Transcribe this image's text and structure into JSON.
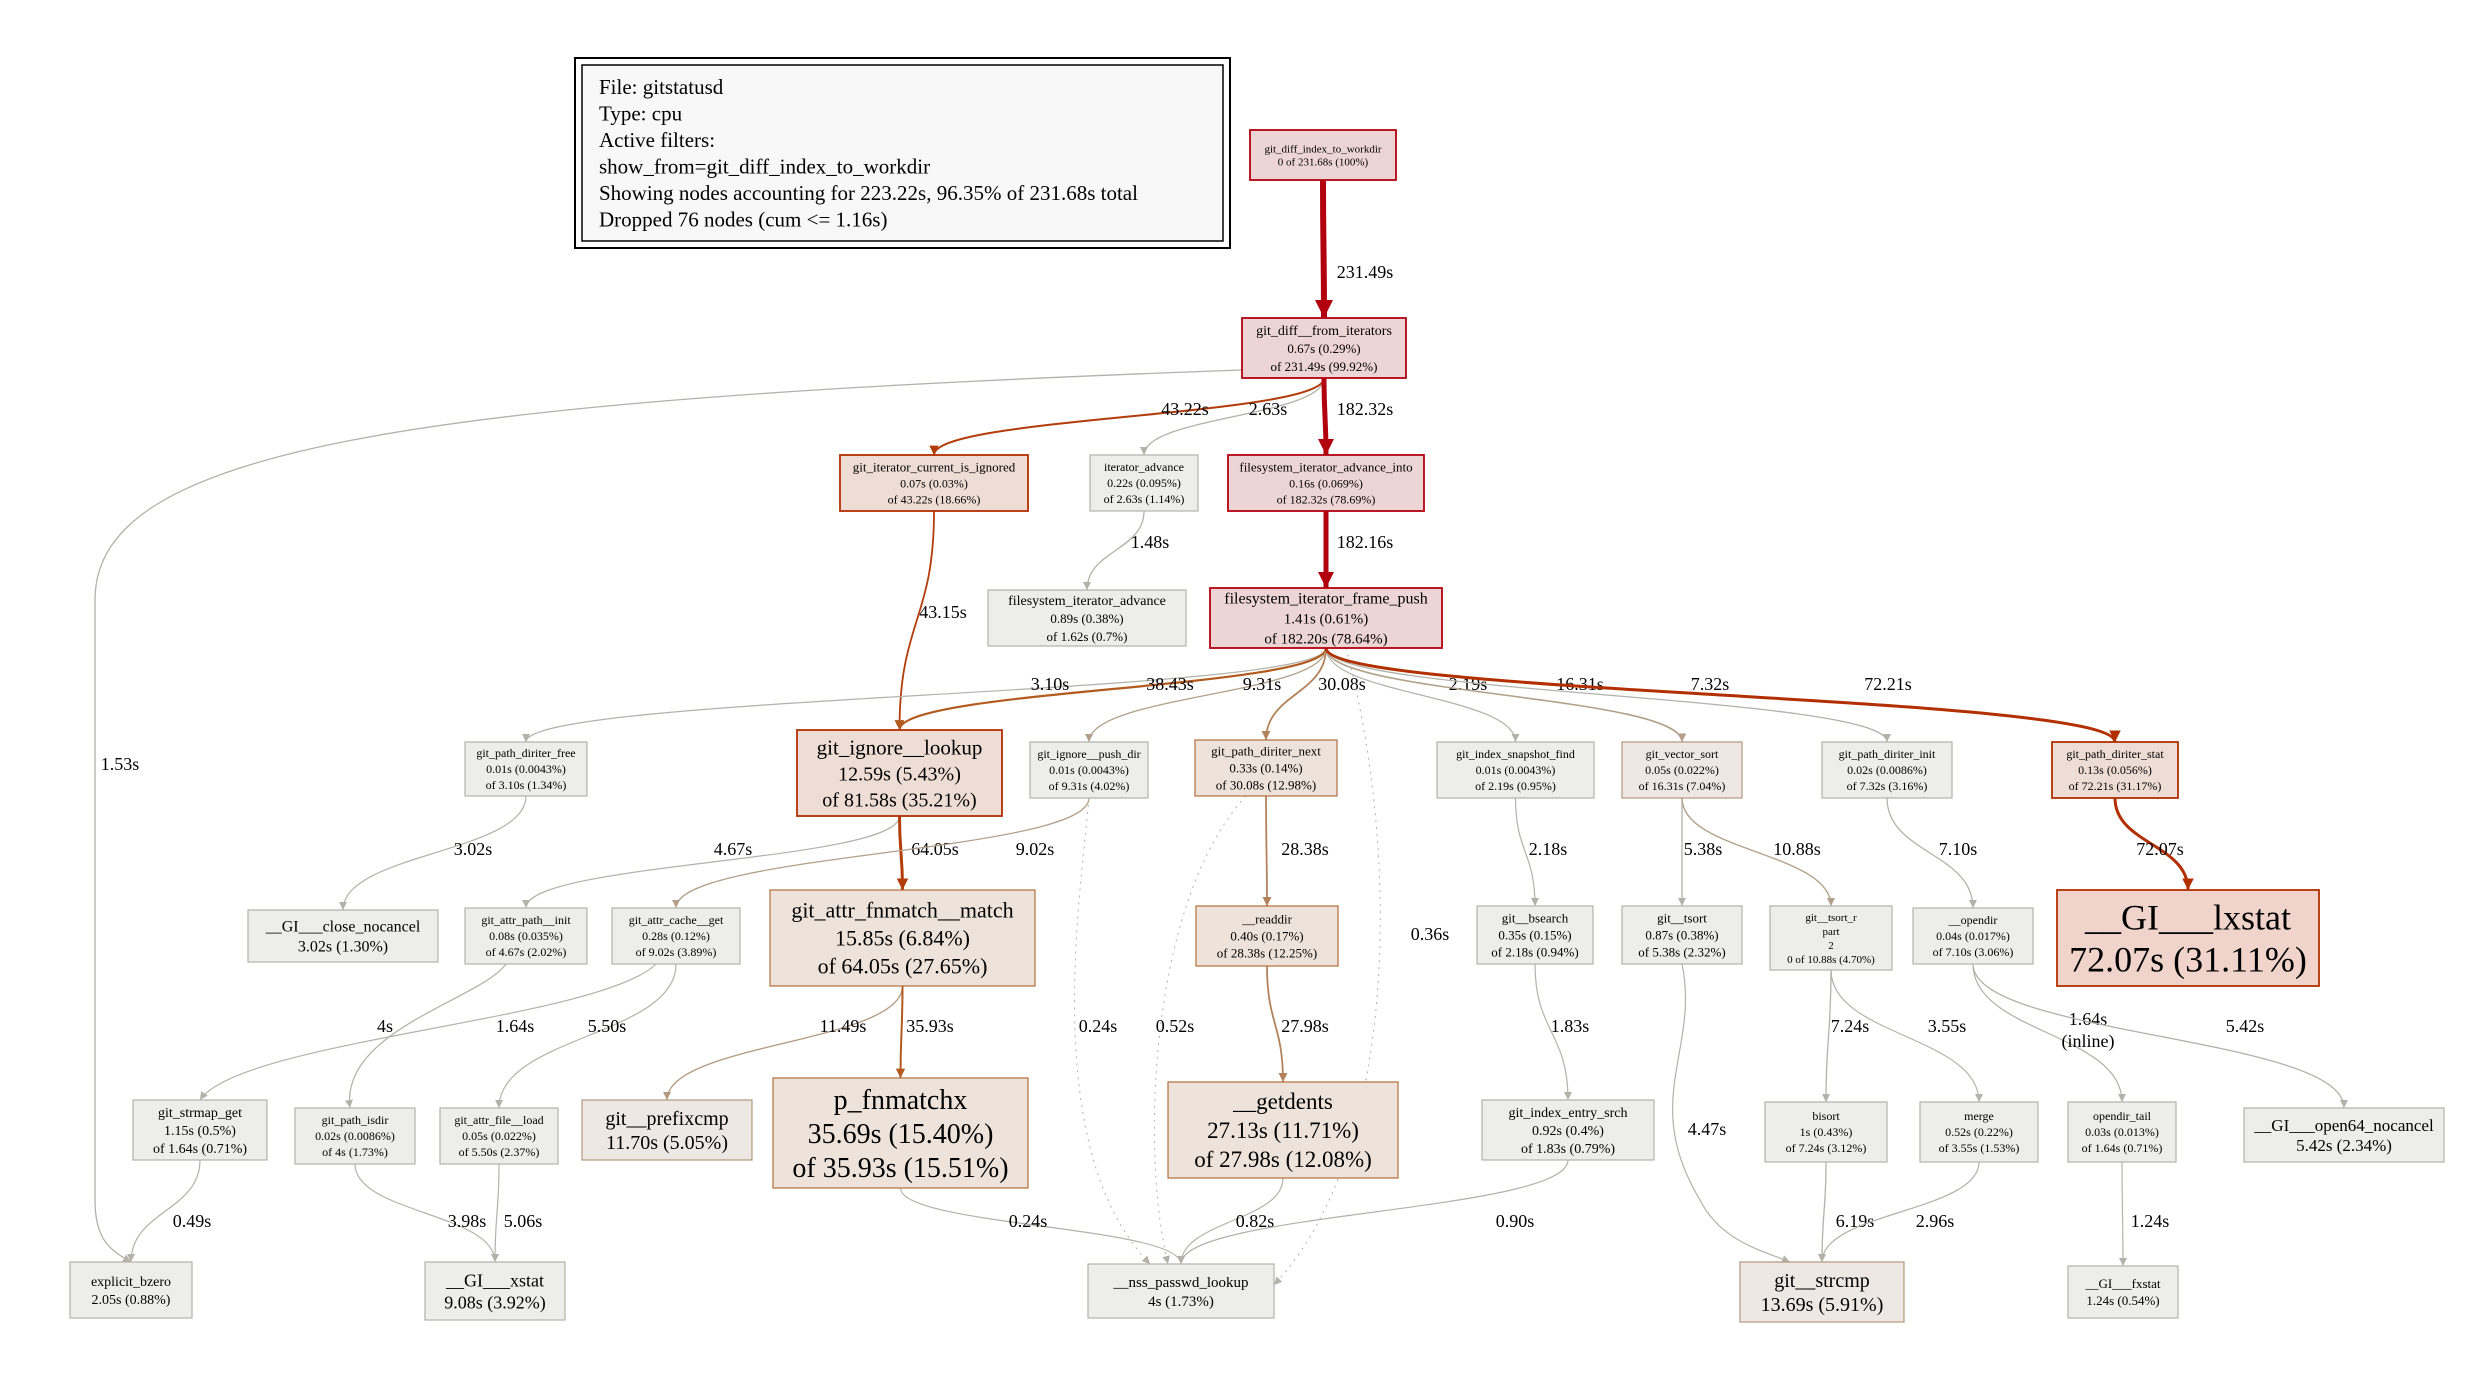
{
  "legend": {
    "lines": [
      "File: gitstatusd",
      "Type: cpu",
      "Active filters:",
      "   show_from=git_diff_index_to_workdir",
      "Showing nodes accounting for 223.22s, 96.35% of 231.68s total",
      "Dropped 76 nodes (cum <= 1.16s)"
    ]
  },
  "colors": {
    "hot_fill": "#edd5d5",
    "hot_stroke": "#b2000f",
    "warm_fill": "#edddd5",
    "warm_stroke": "#b22f00",
    "mid_fill": "#ede3db",
    "mid_stroke": "#b26d3b",
    "cool_fill": "#ede8e3",
    "cool_stroke": "#b2997f",
    "grey_fill": "#ededec",
    "grey_stroke": "#b2b2a9",
    "lxstat_fill": "#f0d4cc"
  },
  "nodes": [
    {
      "id": "n_root",
      "lines": [
        "git_diff_index_to_workdir",
        "0 of 231.68s (100%)"
      ]
    },
    {
      "id": "n_from_iter",
      "lines": [
        "git_diff__from_iterators",
        "0.67s (0.29%)",
        "of 231.49s (99.92%)"
      ]
    },
    {
      "id": "n_cur_ignored",
      "lines": [
        "git_iterator_current_is_ignored",
        "0.07s (0.03%)",
        "of 43.22s (18.66%)"
      ]
    },
    {
      "id": "n_iter_adv",
      "lines": [
        "iterator_advance",
        "0.22s (0.095%)",
        "of 2.63s (1.14%)"
      ]
    },
    {
      "id": "n_fs_adv_into",
      "lines": [
        "filesystem_iterator_advance_into",
        "0.16s (0.069%)",
        "of 182.32s (78.69%)"
      ]
    },
    {
      "id": "n_fs_adv",
      "lines": [
        "filesystem_iterator_advance",
        "0.89s (0.38%)",
        "of 1.62s (0.7%)"
      ]
    },
    {
      "id": "n_frame_push",
      "lines": [
        "filesystem_iterator_frame_push",
        "1.41s (0.61%)",
        "of 182.20s (78.64%)"
      ]
    },
    {
      "id": "n_diriter_free",
      "lines": [
        "git_path_diriter_free",
        "0.01s (0.0043%)",
        "of 3.10s (1.34%)"
      ]
    },
    {
      "id": "n_ign_lookup",
      "lines": [
        "git_ignore__lookup",
        "12.59s (5.43%)",
        "of 81.58s (35.21%)"
      ]
    },
    {
      "id": "n_ign_pushdir",
      "lines": [
        "git_ignore__push_dir",
        "0.01s (0.0043%)",
        "of 9.31s (4.02%)"
      ]
    },
    {
      "id": "n_diriter_next",
      "lines": [
        "git_path_diriter_next",
        "0.33s (0.14%)",
        "of 30.08s (12.98%)"
      ]
    },
    {
      "id": "n_idx_snap",
      "lines": [
        "git_index_snapshot_find",
        "0.01s (0.0043%)",
        "of 2.19s (0.95%)"
      ]
    },
    {
      "id": "n_vec_sort",
      "lines": [
        "git_vector_sort",
        "0.05s (0.022%)",
        "of 16.31s (7.04%)"
      ]
    },
    {
      "id": "n_diriter_init",
      "lines": [
        "git_path_diriter_init",
        "0.02s (0.0086%)",
        "of 7.32s (3.16%)"
      ]
    },
    {
      "id": "n_diriter_stat",
      "lines": [
        "git_path_diriter_stat",
        "0.13s (0.056%)",
        "of 72.21s (31.17%)"
      ]
    },
    {
      "id": "n_close_nocancel",
      "lines": [
        "__GI___close_nocancel",
        "3.02s (1.30%)"
      ]
    },
    {
      "id": "n_attr_path_init",
      "lines": [
        "git_attr_path__init",
        "0.08s (0.035%)",
        "of 4.67s (2.02%)"
      ]
    },
    {
      "id": "n_attr_cache_get",
      "lines": [
        "git_attr_cache__get",
        "0.28s (0.12%)",
        "of 9.02s (3.89%)"
      ]
    },
    {
      "id": "n_fnmatch_match",
      "lines": [
        "git_attr_fnmatch__match",
        "15.85s (6.84%)",
        "of 64.05s (27.65%)"
      ]
    },
    {
      "id": "n_readdir",
      "lines": [
        "__readdir",
        "0.40s (0.17%)",
        "of 28.38s (12.25%)"
      ]
    },
    {
      "id": "n_bsearch",
      "lines": [
        "git__bsearch",
        "0.35s (0.15%)",
        "of 2.18s (0.94%)"
      ]
    },
    {
      "id": "n_tsort",
      "lines": [
        "git__tsort",
        "0.87s (0.38%)",
        "of 5.38s (2.32%)"
      ]
    },
    {
      "id": "n_tsort_r",
      "lines": [
        "git__tsort_r",
        "part",
        "2",
        "0 of 10.88s (4.70%)"
      ]
    },
    {
      "id": "n_opendir",
      "lines": [
        "__opendir",
        "0.04s (0.017%)",
        "of 7.10s (3.06%)"
      ]
    },
    {
      "id": "n_lxstat",
      "lines": [
        "__GI___lxstat",
        "72.07s (31.11%)"
      ]
    },
    {
      "id": "n_strmap_get",
      "lines": [
        "git_strmap_get",
        "1.15s (0.5%)",
        "of 1.64s (0.71%)"
      ]
    },
    {
      "id": "n_path_isdir",
      "lines": [
        "git_path_isdir",
        "0.02s (0.0086%)",
        "of 4s (1.73%)"
      ]
    },
    {
      "id": "n_attr_file_load",
      "lines": [
        "git_attr_file__load",
        "0.05s (0.022%)",
        "of 5.50s (2.37%)"
      ]
    },
    {
      "id": "n_prefixcmp",
      "lines": [
        "git__prefixcmp",
        "11.70s (5.05%)"
      ]
    },
    {
      "id": "n_p_fnmatchx",
      "lines": [
        "p_fnmatchx",
        "35.69s (15.40%)",
        "of 35.93s (15.51%)"
      ]
    },
    {
      "id": "n_getdents",
      "lines": [
        "__getdents",
        "27.13s (11.71%)",
        "of 27.98s (12.08%)"
      ]
    },
    {
      "id": "n_idx_entry_srch",
      "lines": [
        "git_index_entry_srch",
        "0.92s (0.4%)",
        "of 1.83s (0.79%)"
      ]
    },
    {
      "id": "n_bisort",
      "lines": [
        "bisort",
        "1s (0.43%)",
        "of 7.24s (3.12%)"
      ]
    },
    {
      "id": "n_merge",
      "lines": [
        "merge",
        "0.52s (0.22%)",
        "of 3.55s (1.53%)"
      ]
    },
    {
      "id": "n_opendir_tail",
      "lines": [
        "opendir_tail",
        "0.03s (0.013%)",
        "of 1.64s (0.71%)"
      ]
    },
    {
      "id": "n_open64",
      "lines": [
        "__GI___open64_nocancel",
        "5.42s (2.34%)"
      ]
    },
    {
      "id": "n_explicit_bzero",
      "lines": [
        "explicit_bzero",
        "2.05s (0.88%)"
      ]
    },
    {
      "id": "n_xstat",
      "lines": [
        "__GI___xstat",
        "9.08s (3.92%)"
      ]
    },
    {
      "id": "n_nss_passwd",
      "lines": [
        "__nss_passwd_lookup",
        "4s (1.73%)"
      ]
    },
    {
      "id": "n_strcmp",
      "lines": [
        "git__strcmp",
        "13.69s (5.91%)"
      ]
    },
    {
      "id": "n_fxstat",
      "lines": [
        "__GI___fxstat",
        "1.24s (0.54%)"
      ]
    }
  ],
  "edges": [
    {
      "from": "n_root",
      "to": "n_from_iter",
      "label": "231.49s"
    },
    {
      "from": "n_from_iter",
      "to": "n_cur_ignored",
      "label": "43.22s"
    },
    {
      "from": "n_from_iter",
      "to": "n_iter_adv",
      "label": "2.63s"
    },
    {
      "from": "n_from_iter",
      "to": "n_fs_adv_into",
      "label": "182.32s"
    },
    {
      "from": "n_from_iter",
      "to": "n_explicit_bzero",
      "label": "1.53s"
    },
    {
      "from": "n_iter_adv",
      "to": "n_fs_adv",
      "label": "1.48s"
    },
    {
      "from": "n_fs_adv_into",
      "to": "n_frame_push",
      "label": "182.16s"
    },
    {
      "from": "n_cur_ignored",
      "to": "n_ign_lookup",
      "label": "43.15s"
    },
    {
      "from": "n_frame_push",
      "to": "n_diriter_free",
      "label": "3.10s"
    },
    {
      "from": "n_frame_push",
      "to": "n_ign_lookup",
      "label": "38.43s"
    },
    {
      "from": "n_frame_push",
      "to": "n_ign_pushdir",
      "label": "9.31s"
    },
    {
      "from": "n_frame_push",
      "to": "n_diriter_next",
      "label": "30.08s"
    },
    {
      "from": "n_frame_push",
      "to": "n_nss_passwd",
      "label": "0.36s"
    },
    {
      "from": "n_frame_push",
      "to": "n_idx_snap",
      "label": "2.19s"
    },
    {
      "from": "n_frame_push",
      "to": "n_vec_sort",
      "label": "16.31s"
    },
    {
      "from": "n_frame_push",
      "to": "n_diriter_init",
      "label": "7.32s"
    },
    {
      "from": "n_frame_push",
      "to": "n_diriter_stat",
      "label": "72.21s"
    },
    {
      "from": "n_diriter_free",
      "to": "n_close_nocancel",
      "label": "3.02s"
    },
    {
      "from": "n_ign_lookup",
      "to": "n_attr_path_init",
      "label": "4.67s"
    },
    {
      "from": "n_ign_lookup",
      "to": "n_fnmatch_match",
      "label": "64.05s"
    },
    {
      "from": "n_ign_pushdir",
      "to": "n_attr_cache_get",
      "label": "9.02s"
    },
    {
      "from": "n_ign_pushdir",
      "to": "n_nss_passwd",
      "label": "0.24s"
    },
    {
      "from": "n_diriter_next",
      "to": "n_readdir",
      "label": "28.38s"
    },
    {
      "from": "n_diriter_next",
      "to": "n_nss_passwd",
      "label": "0.52s"
    },
    {
      "from": "n_idx_snap",
      "to": "n_bsearch",
      "label": "2.18s"
    },
    {
      "from": "n_vec_sort",
      "to": "n_tsort",
      "label": "5.38s"
    },
    {
      "from": "n_vec_sort",
      "to": "n_tsort_r",
      "label": "10.88s"
    },
    {
      "from": "n_diriter_init",
      "to": "n_opendir",
      "label": "7.10s"
    },
    {
      "from": "n_diriter_stat",
      "to": "n_lxstat",
      "label": "72.07s"
    },
    {
      "from": "n_attr_path_init",
      "to": "n_path_isdir",
      "label": "4s"
    },
    {
      "from": "n_attr_cache_get",
      "to": "n_strmap_get",
      "label": "1.64s"
    },
    {
      "from": "n_attr_cache_get",
      "to": "n_attr_file_load",
      "label": "5.50s"
    },
    {
      "from": "n_fnmatch_match",
      "to": "n_prefixcmp",
      "label": "11.49s"
    },
    {
      "from": "n_fnmatch_match",
      "to": "n_p_fnmatchx",
      "label": "35.93s"
    },
    {
      "from": "n_readdir",
      "to": "n_getdents",
      "label": "27.98s"
    },
    {
      "from": "n_bsearch",
      "to": "n_idx_entry_srch",
      "label": "1.83s"
    },
    {
      "from": "n_tsort",
      "to": "n_strcmp",
      "label": "4.47s"
    },
    {
      "from": "n_tsort_r",
      "to": "n_bisort",
      "label": "7.24s"
    },
    {
      "from": "n_tsort_r",
      "to": "n_merge",
      "label": "3.55s"
    },
    {
      "from": "n_opendir",
      "to": "n_opendir_tail",
      "label": "1.64s\n(inline)"
    },
    {
      "from": "n_opendir",
      "to": "n_open64",
      "label": "5.42s"
    },
    {
      "from": "n_strmap_get",
      "to": "n_explicit_bzero",
      "label": "0.49s"
    },
    {
      "from": "n_path_isdir",
      "to": "n_xstat",
      "label": "3.98s"
    },
    {
      "from": "n_attr_file_load",
      "to": "n_xstat",
      "label": "5.06s"
    },
    {
      "from": "n_p_fnmatchx",
      "to": "n_nss_passwd",
      "label": "0.24s"
    },
    {
      "from": "n_getdents",
      "to": "n_nss_passwd",
      "label": "0.82s"
    },
    {
      "from": "n_idx_entry_srch",
      "to": "n_nss_passwd",
      "label": "0.90s"
    },
    {
      "from": "n_bisort",
      "to": "n_strcmp",
      "label": "6.19s"
    },
    {
      "from": "n_merge",
      "to": "n_strcmp",
      "label": "2.96s"
    },
    {
      "from": "n_opendir_tail",
      "to": "n_fxstat",
      "label": "1.24s"
    }
  ]
}
